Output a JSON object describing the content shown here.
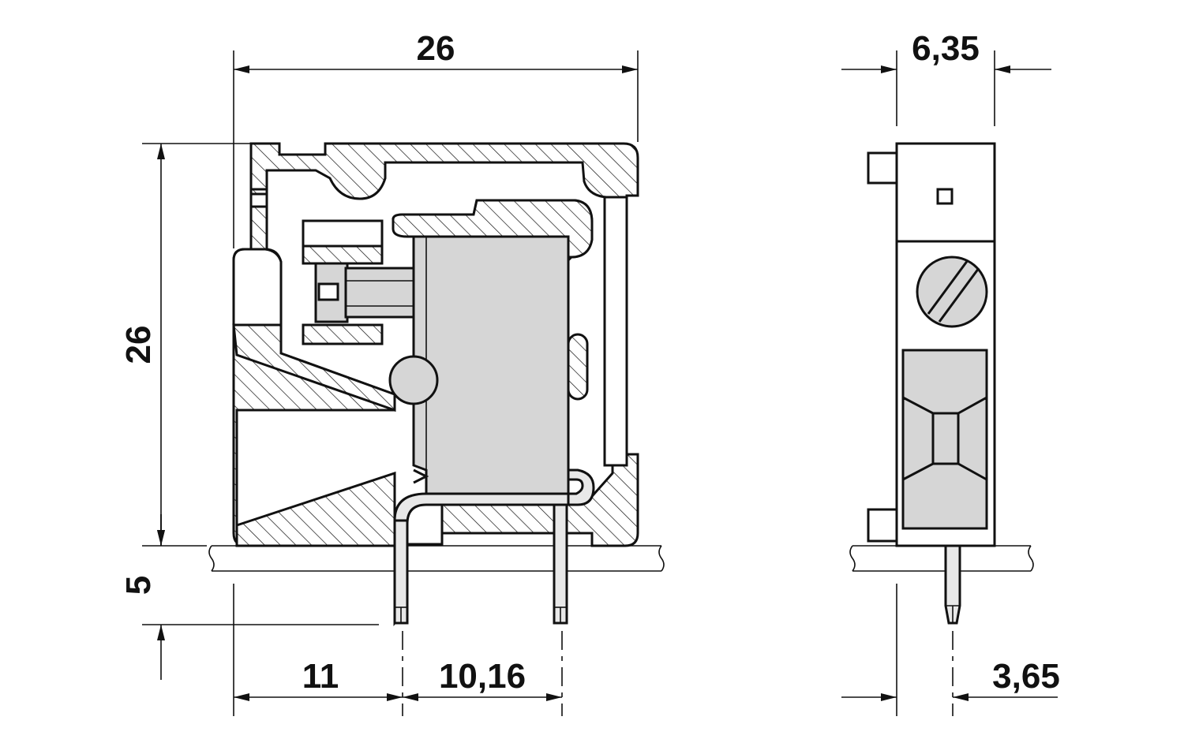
{
  "drawing": {
    "dimensions": {
      "front_width": "26",
      "front_height": "26",
      "pin_length": "5",
      "pin_offset": "11",
      "pin_pitch": "10,16",
      "side_width": "6,35",
      "side_pin_offset": "3,65"
    },
    "colors": {
      "line": "#111111",
      "body_grey": "#d6d6d6",
      "background": "#ffffff"
    }
  }
}
